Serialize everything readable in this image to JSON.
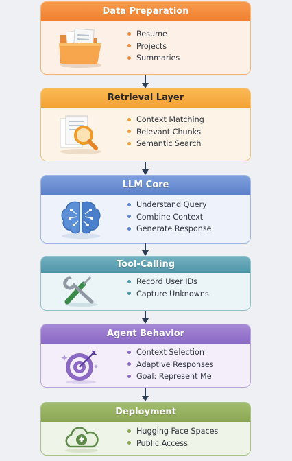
{
  "steps": [
    {
      "title": "Data Preparation",
      "icon": "folder-icon",
      "dot_color": "#f08a3c",
      "items": [
        "Resume",
        "Projects",
        "Summaries"
      ]
    },
    {
      "title": "Retrieval Layer",
      "icon": "document-search-icon",
      "dot_color": "#f0a23a",
      "items": [
        "Context Matching",
        "Relevant Chunks",
        "Semantic Search"
      ]
    },
    {
      "title": "LLM Core",
      "icon": "brain-circuit-icon",
      "dot_color": "#5f85cc",
      "items": [
        "Understand Query",
        "Combine Context",
        "Generate Response"
      ]
    },
    {
      "title": "Tool-Calling",
      "icon": "wrench-screwdriver-icon",
      "dot_color": "#4f96a8",
      "items": [
        "Record User IDs",
        "Capture Unknowns"
      ]
    },
    {
      "title": "Agent Behavior",
      "icon": "target-icon",
      "dot_color": "#8b6ac4",
      "items": [
        "Context Selection",
        "Adaptive Responses",
        "Goal: Represent Me"
      ]
    },
    {
      "title": "Deployment",
      "icon": "cloud-upload-icon",
      "dot_color": "#8ba655",
      "items": [
        "Hugging Face Spaces",
        "Public Access"
      ]
    }
  ],
  "colors": {
    "arrow": "#2b3a55",
    "background": "#eef0f3"
  }
}
